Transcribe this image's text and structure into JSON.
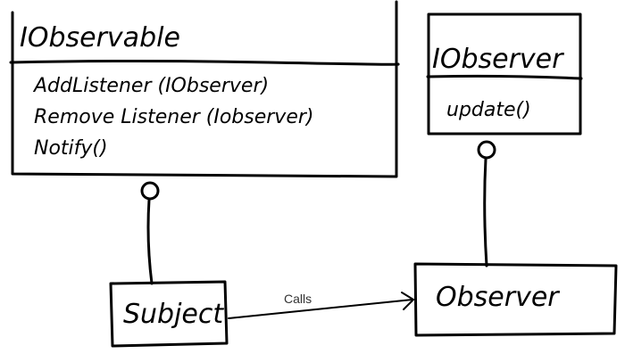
{
  "iobservable": {
    "name": "IObservable",
    "methods": [
      "AddListener (IObserver)",
      "Remove Listener (Iobserver)",
      "Notify()"
    ]
  },
  "iobserver": {
    "name": "IObserver",
    "methods": [
      "update()"
    ]
  },
  "subject": {
    "name": "Subject"
  },
  "observer": {
    "name": "Observer"
  },
  "edge": {
    "label": "Calls"
  }
}
